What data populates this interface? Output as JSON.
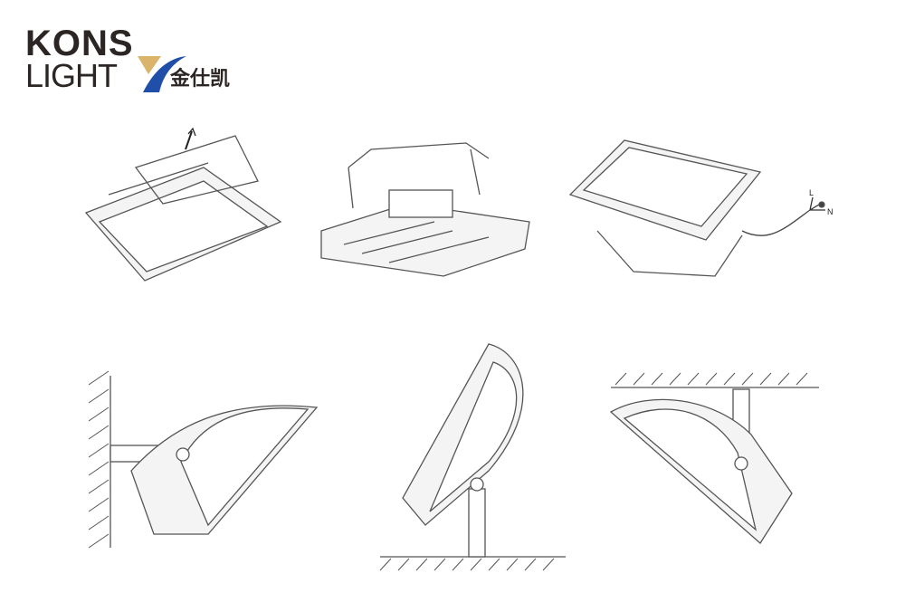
{
  "logo": {
    "line1": "KONS",
    "line2": "LIGHT",
    "chinese": "金仕凯",
    "colors": {
      "text": "#2b2523",
      "gold": "#d9b46a",
      "blue": "#1f4fa8"
    }
  },
  "wiring": {
    "live": "L",
    "neutral": "N",
    "ground_icon": "ground-icon"
  },
  "figures": [
    "ceiling-mounted-view",
    "driver-box-view",
    "wired-view",
    "wall-mount",
    "floor-mount",
    "ceiling-mount"
  ]
}
